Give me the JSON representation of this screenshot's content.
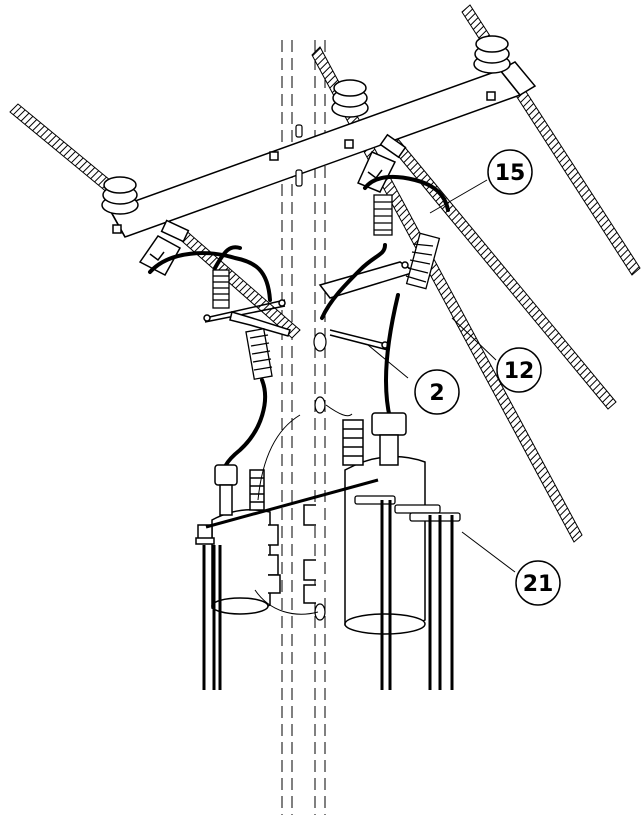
{
  "callouts": [
    {
      "id": "c15",
      "label": "15"
    },
    {
      "id": "c12",
      "label": "12"
    },
    {
      "id": "c2",
      "label": "2"
    },
    {
      "id": "c21",
      "label": "21"
    }
  ],
  "colors": {
    "ink": "#000000",
    "background": "#ffffff"
  }
}
